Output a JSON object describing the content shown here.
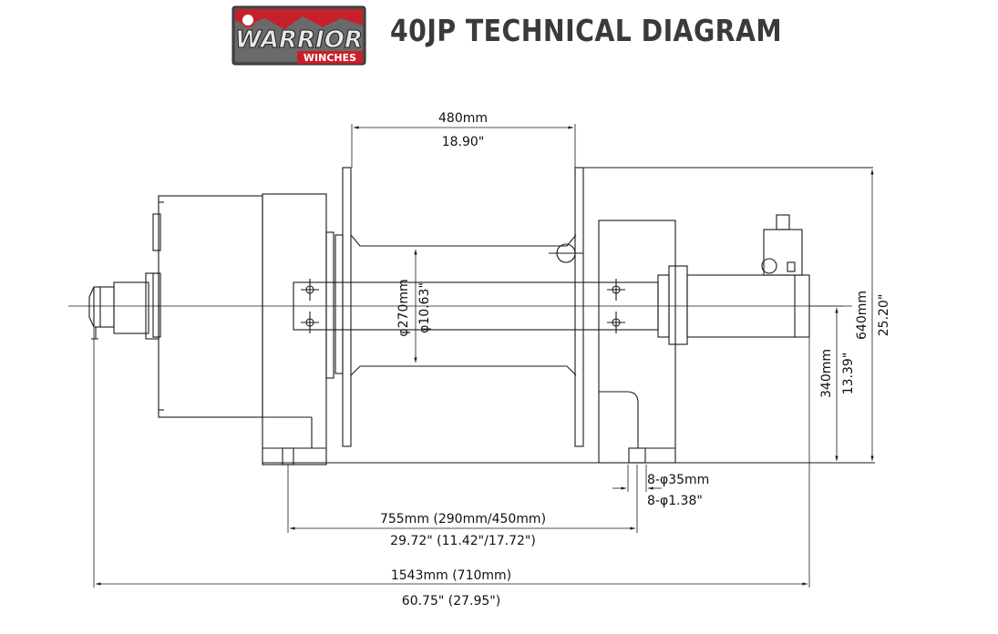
{
  "header": {
    "logo_text": "WARRIOR",
    "logo_subtext": "WINCHES",
    "title": "40JP TECHNICAL DIAGRAM"
  },
  "dimensions": {
    "drum_width_mm": "480mm",
    "drum_width_in": "18.90\"",
    "drum_dia_mm": "φ270mm",
    "drum_dia_in": "φ10.63\"",
    "total_height_mm": "640mm",
    "total_height_in": "25.20\"",
    "center_height_mm": "340mm",
    "center_height_in": "13.39\"",
    "bolt_holes_mm": "8-φ35mm",
    "bolt_holes_in": "8-φ1.38\"",
    "mount_span_mm": "755mm (290mm/450mm)",
    "mount_span_in": "29.72\" (11.42\"/17.72\")",
    "overall_length_mm": "1543mm (710mm)",
    "overall_length_in": "60.75\" (27.95\")"
  },
  "colors": {
    "logo_red": "#c8202a",
    "logo_dark": "#3b3b3b",
    "line": "#1a1a1a"
  }
}
